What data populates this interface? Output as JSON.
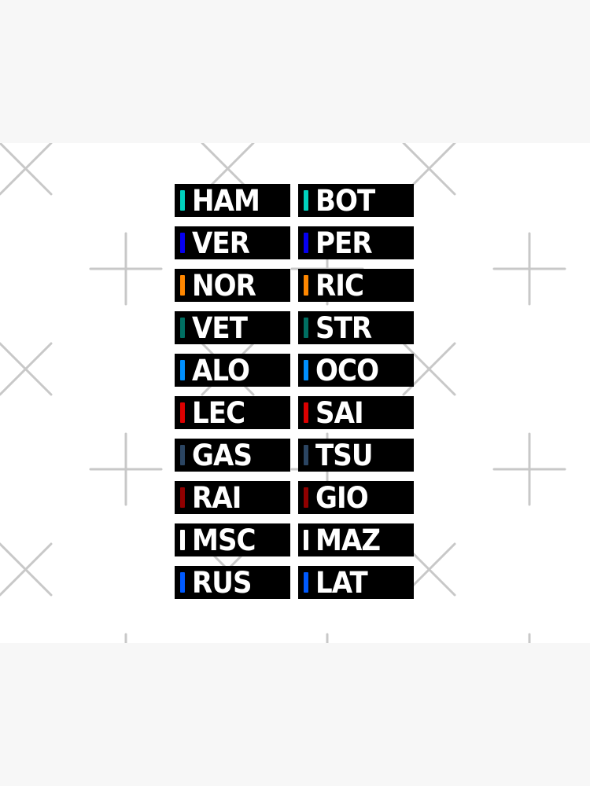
{
  "colors": {
    "background_outer": "#f7f7f7",
    "background_panel": "#ffffff",
    "tag_background": "#000000",
    "tag_text": "#ffffff",
    "watermark": "#c8c8c8"
  },
  "rows": [
    [
      {
        "code": "HAM",
        "color": "#00d2be"
      },
      {
        "code": "BOT",
        "color": "#00d2be"
      }
    ],
    [
      {
        "code": "VER",
        "color": "#0600ef"
      },
      {
        "code": "PER",
        "color": "#0600ef"
      }
    ],
    [
      {
        "code": "NOR",
        "color": "#ff8700"
      },
      {
        "code": "RIC",
        "color": "#ff8700"
      }
    ],
    [
      {
        "code": "VET",
        "color": "#006f62"
      },
      {
        "code": "STR",
        "color": "#006f62"
      }
    ],
    [
      {
        "code": "ALO",
        "color": "#0090ff"
      },
      {
        "code": "OCO",
        "color": "#0090ff"
      }
    ],
    [
      {
        "code": "LEC",
        "color": "#dc0000"
      },
      {
        "code": "SAI",
        "color": "#dc0000"
      }
    ],
    [
      {
        "code": "GAS",
        "color": "#2b4562"
      },
      {
        "code": "TSU",
        "color": "#2b4562"
      }
    ],
    [
      {
        "code": "RAI",
        "color": "#900000"
      },
      {
        "code": "GIO",
        "color": "#900000"
      }
    ],
    [
      {
        "code": "MSC",
        "color": "#ffffff"
      },
      {
        "code": "MAZ",
        "color": "#ffffff"
      }
    ],
    [
      {
        "code": "RUS",
        "color": "#005aff"
      },
      {
        "code": "LAT",
        "color": "#005aff"
      }
    ]
  ]
}
